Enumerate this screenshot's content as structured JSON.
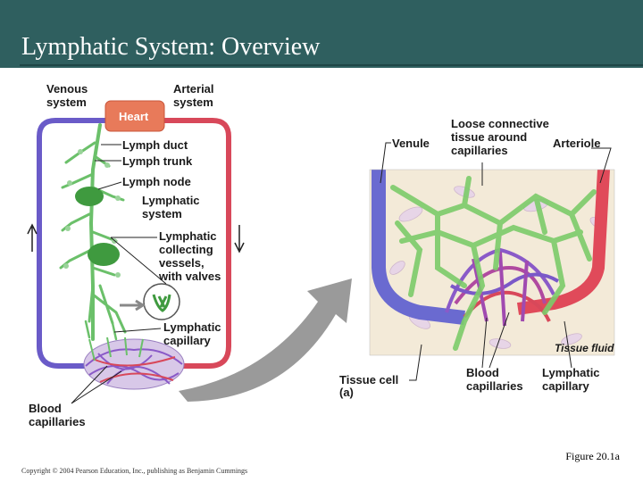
{
  "slide": {
    "title": "Lymphatic System: Overview",
    "figure_caption": "Figure 20.1a",
    "copyright": "Copyright © 2004 Pearson Education, Inc., publishing as Benjamin Cummings"
  },
  "left_panel": {
    "venous_system": [
      "Venous",
      "system"
    ],
    "arterial_system": [
      "Arterial",
      "system"
    ],
    "heart": "Heart",
    "lymph_duct": "Lymph duct",
    "lymph_trunk": "Lymph trunk",
    "lymph_node": "Lymph node",
    "lymphatic_system": [
      "Lymphatic",
      "system"
    ],
    "collecting_vessels": [
      "Lymphatic",
      "collecting",
      "vessels,",
      "with valves"
    ],
    "lymphatic_capillary": [
      "Lymphatic",
      "capillary"
    ],
    "blood_capillaries": [
      "Blood",
      "capillaries"
    ]
  },
  "right_panel": {
    "venule": "Venule",
    "loose_tissue": [
      "Loose connective",
      "tissue around",
      "capillaries"
    ],
    "arteriole": "Arteriole",
    "tissue_fluid": "Tissue fluid",
    "tissue_cell": "Tissue cell",
    "panel_letter": "(a)",
    "blood_capillaries": [
      "Blood",
      "capillaries"
    ],
    "lymphatic_capillary": [
      "Lymphatic",
      "capillary"
    ]
  },
  "colors": {
    "header": "#2f5f5f",
    "venous": "#6a5bc8",
    "arterial": "#d8485a",
    "lymph": "#6bc06a",
    "node": "#3f9a3f",
    "heart": "#e87a5a",
    "tissue": "#f3ead8"
  }
}
